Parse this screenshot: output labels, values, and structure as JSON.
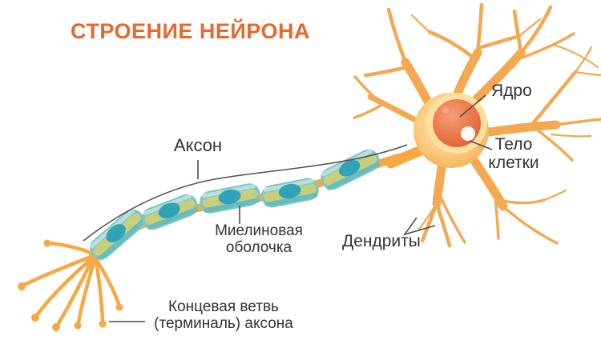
{
  "title": "СТРОЕНИЕ НЕЙРОНА",
  "labels": {
    "axon": "Аксон",
    "nucleus": "Ядро",
    "cell_body": "Тело клетки",
    "myelin_sheath": "Миелиновая оболочка",
    "dendrites": "Дендриты",
    "axon_terminal": "Концевая ветвь (терминаль) аксона"
  },
  "colors": {
    "title_color": "#e7682c",
    "label_color": "#333333",
    "line_color": "#4f4f4f",
    "dendrite_color": "#f4a851",
    "axon_color": "#f7a843",
    "soma_light_color": "#fde3ab",
    "soma_dark_color": "#f6ad52",
    "nucleus_color": "#ea7448",
    "nucleus_halo_color": "#fbe0a0",
    "myelin_color": "#7cc7c4",
    "myelin_band_color": "#c9ce7d",
    "myelin_nucleus_color": "#2fa3b8",
    "highlight_color": "#fdfdf6"
  }
}
